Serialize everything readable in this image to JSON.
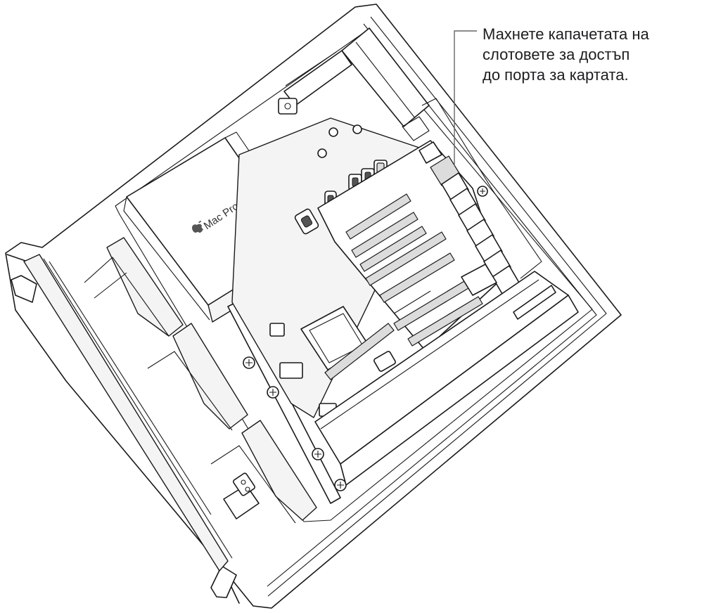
{
  "callout": {
    "lines": [
      "Махнете капачетата на",
      "слотовете за достъп",
      "до порта за картата."
    ]
  },
  "product_label": "Mac Pro",
  "icons": {
    "logo": "apple-logo-icon"
  },
  "colors": {
    "line": "#1a1a1a",
    "highlight": "#dcdcdc",
    "callout_text": "#1d1d1f",
    "callout_leader": "#666666"
  }
}
